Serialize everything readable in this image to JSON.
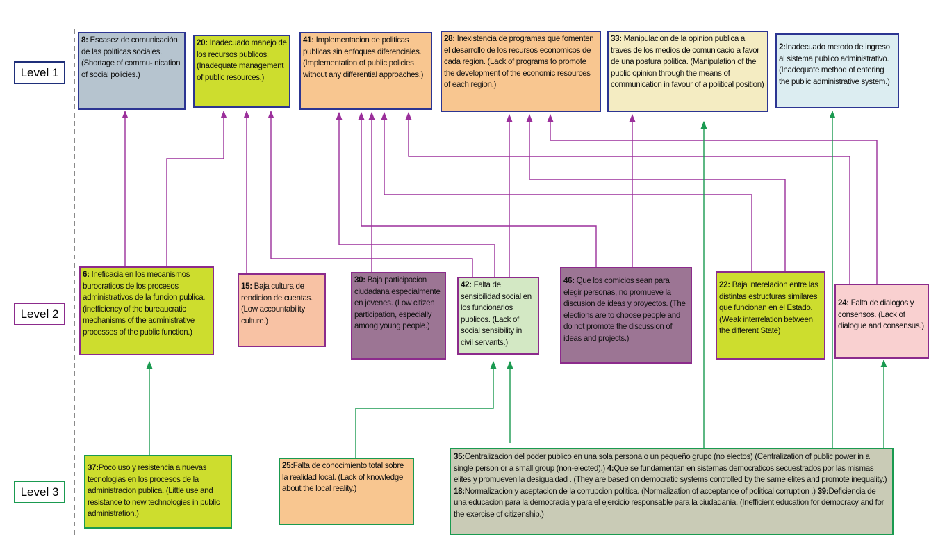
{
  "levels": [
    "Level 1",
    "Level 2",
    "Level 3"
  ],
  "colors": {
    "level1_border": "#2c3592",
    "level2_border": "#8c2b8c",
    "level3_border": "#1a9a50",
    "arrow_purple": "#9b2f9b",
    "arrow_green": "#1a9a50",
    "blue_gray": "#b6c4cf",
    "yellow_green": "#cddd2e",
    "peach": "#f8c690",
    "cream": "#f4ecc2",
    "light_cyan": "#dcedf1",
    "light_salmon": "#f8c2a4",
    "mauve": "#9c7594",
    "light_green": "#d3e8c4",
    "pink": "#f9d0d0",
    "gray_green": "#c9cbb6"
  },
  "nodes": {
    "n8": {
      "num": "8:",
      "text": " Escasez de comunicación de las políticas sociales. (Shortage of commu- nication of social policies.)"
    },
    "n20": {
      "num": "20:",
      "text": " Inadecuado manejo de los recursos publicos. (Inadequate management of public resources.)"
    },
    "n41": {
      "num": "41:",
      "text": " Implementacion de politicas publicas sin enfoques diferenciales. (Implementation of public policies without any differential approaches.)"
    },
    "n28": {
      "num": "28:",
      "text": " Inexistencia de programas que fomenten el desarrollo de los recursos economicos de cada region. (Lack of programs to promote the development of the economic resources of each region.)"
    },
    "n33": {
      "num": "33:",
      "text": " Manipulacion de la opinion publica a traves de los medios de comunicacio a favor de una postura politica. (Manipulation of the public opinion through the means of communication in favour of a political position)"
    },
    "n2": {
      "num": "2:",
      "text": "Inadecuado metodo de ingreso al sistema publico administrativo. (Inadequate method of entering the public administrative system.)"
    },
    "n6": {
      "num": "6:",
      "text": " Ineficacia en los mecanismos burocraticos de los procesos administrativos de la funcion publica. (inefficiency of the bureaucratic mechanisms of the administrative processes of the public function.)"
    },
    "n15": {
      "num": "15:",
      "text": " Baja cultura de rendicion de cuentas. (Low accountability culture.)"
    },
    "n30": {
      "num": "30:",
      "text": " Baja participacion ciudadana especialmente en jovenes. (Low citizen participation, especially among young people.)"
    },
    "n42": {
      "num": "42:",
      "text": " Falta de sensibilidad social en los funcionarios publicos. (Lack of social sensibility in civil servants.)"
    },
    "n46": {
      "num": "46:",
      "text": " Que los comicios sean para elegir personas, no promueve la discusion de ideas y proyectos. (The elections are to choose people and do not promote the discussion of ideas and projects.)"
    },
    "n22": {
      "num": "22:",
      "text": " Baja interelacion entre las distintas estructuras similares que funcionan en el Estado. (Weak interrelation between the different State)"
    },
    "n24": {
      "num": "24:",
      "text": " Falta de dialogos y consensos. (Lack of dialogue and consensus.)"
    },
    "n37": {
      "num": "37:",
      "text": "Poco uso y resistencia a nuevas tecnologias en los procesos de la administracion publica. (Little use and resistance to new technologies in public administration.)"
    },
    "n25": {
      "num": "25:",
      "text": "Falta de conocimiento total sobre la realidad local. (Lack of knowledge about the local reality.)"
    },
    "n35": {
      "num": "35:",
      "text": "Centralizacion del poder publico en una sola persona o un pequeño grupo (no electos) (Centralization of public power in a single person or a small group (non-elected).) ",
      "num2": "4:",
      "text2": "Que se fundamentan en sistemas democraticos secuestrados por las mismas elites y promueven la desigualdad . (They are based on democratic systems controlled by the same elites and promote inequality.)  ",
      "num3": "18:",
      "text3": "Normalizacion y aceptacion de la corrupcion politica. (Normalization of acceptance of political corruption .)  ",
      "num4": "39:",
      "text4": "Deficiencia de una educacion para la democracia y para el ejercicio responsable para la ciudadania. (Inefficient education for democracy and for the exercise of citizenship.)"
    }
  }
}
